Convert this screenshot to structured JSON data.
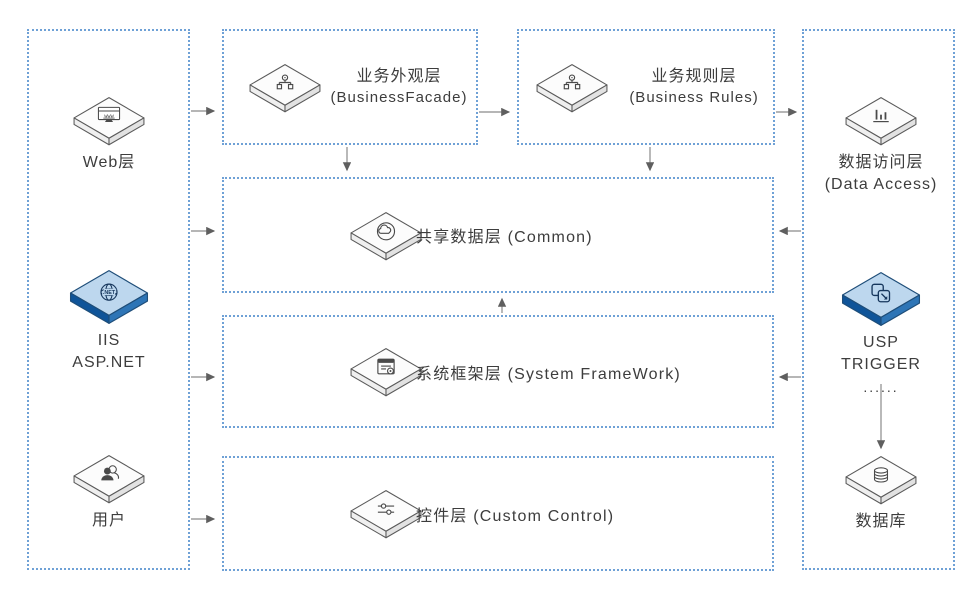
{
  "colors": {
    "box_border": "#6fa1d6",
    "connector_line": "#8a8a8a",
    "arrowhead": "#5f5f5f",
    "text": "#3d3d3d",
    "white_icon_outline": "#5a5a5a",
    "blue_icon_top": "#BDD7EE",
    "blue_icon_left": "#0F5499",
    "blue_icon_right": "#2E75B6",
    "blue_icon_glyph": "#16365C"
  },
  "nodes": {
    "web": {
      "label": "Web层",
      "icon": "web-browser-icon"
    },
    "iis": {
      "line1": "IIS",
      "line2": "ASP.NET",
      "icon": "dotnet-globe-icon"
    },
    "user": {
      "label": "用户",
      "icon": "user-icon"
    },
    "facade": {
      "title": "业务外观层",
      "subtitle": "(BusinessFacade)",
      "icon": "hierarchy-icon"
    },
    "rules": {
      "title": "业务规则层",
      "subtitle": "(Business Rules)",
      "icon": "hierarchy-icon"
    },
    "common": {
      "label": "共享数据层 (Common)",
      "icon": "cloud-icon"
    },
    "framework": {
      "label": "系统框架层 (System FrameWork)",
      "icon": "document-icon"
    },
    "control": {
      "label": "控件层 (Custom Control)",
      "icon": "sliders-icon"
    },
    "data_access": {
      "line1": "数据访问层",
      "line2": "(Data Access)",
      "icon": "bar-chart-icon"
    },
    "usp": {
      "line1": "USP",
      "line2": "TRIGGER",
      "line3": "......",
      "icon": "transfer-icon"
    },
    "database": {
      "label": "数据库",
      "icon": "database-icon"
    }
  }
}
